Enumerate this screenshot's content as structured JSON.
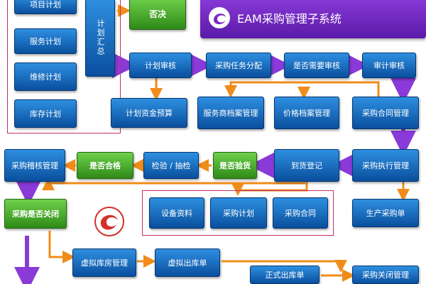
{
  "system_title": "EAM采购管理子系统",
  "colors": {
    "blue": "#1565c0",
    "green": "#3fa02a",
    "orange": "#f08c1a",
    "purple": "#8a3ad8",
    "frame": "#c0306a"
  },
  "nodes": {
    "project_plan": "项目计划",
    "service_plan": "服务计划",
    "maintenance_plan": "维修计划",
    "inventory_plan": "库存计划",
    "plan_summary": "计划汇总",
    "reject": "否决",
    "plan_review": "计划审核",
    "task_assign": "采购任务分配",
    "need_review": "是否需要审核",
    "audit_review": "审计审核",
    "budget": "计划资金预算",
    "supplier_archive": "服务商档案管理",
    "price_archive": "价格档案管理",
    "contract_mgmt": "采购合同管理",
    "check_mgmt": "采购稽核管理",
    "qualified": "是否合格",
    "inspection": "检验 / 抽检",
    "check_goods": "是否验货",
    "arrival": "到货登记",
    "execution": "采购执行管理",
    "equipment_data": "设备资料",
    "purchase_plan": "采购计划",
    "purchase_contract": "采购合同",
    "production_order": "生产采购单",
    "closed": "采购是否关闭",
    "virtual_warehouse": "虚拟库房管理",
    "virtual_outbound": "虚拟出库单",
    "formal_outbound": "正式出库单",
    "close_mgmt": "采购关闭管理"
  }
}
